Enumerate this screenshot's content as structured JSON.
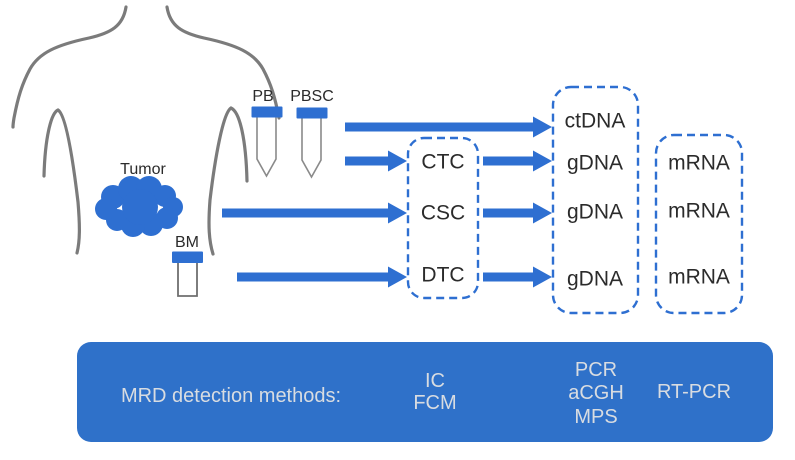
{
  "figure": {
    "body": {
      "tumor_label": "Tumor"
    },
    "specimens": {
      "pb": "PB",
      "pbsc": "PBSC",
      "bm": "BM"
    },
    "cells": {
      "items": [
        "CTC",
        "CSC",
        "DTC"
      ]
    },
    "nucleic_acids": {
      "items": [
        "ctDNA",
        "gDNA",
        "gDNA",
        "gDNA"
      ]
    },
    "rna": {
      "items": [
        "mRNA",
        "mRNA",
        "mRNA"
      ]
    },
    "methods_bar": {
      "label": "MRD detection methods:",
      "cell_methods": [
        "IC",
        "FCM"
      ],
      "dna_methods": [
        "PCR",
        "aCGH",
        "MPS"
      ],
      "rna_methods": [
        "RT-PCR"
      ]
    },
    "colors": {
      "accent_blue": "#2E6FD1",
      "bar_fill": "#2F71C9",
      "bar_text": "#D8DCE1",
      "body_outline": "#7B7B7B",
      "label_text": "#2B2B2B"
    }
  }
}
